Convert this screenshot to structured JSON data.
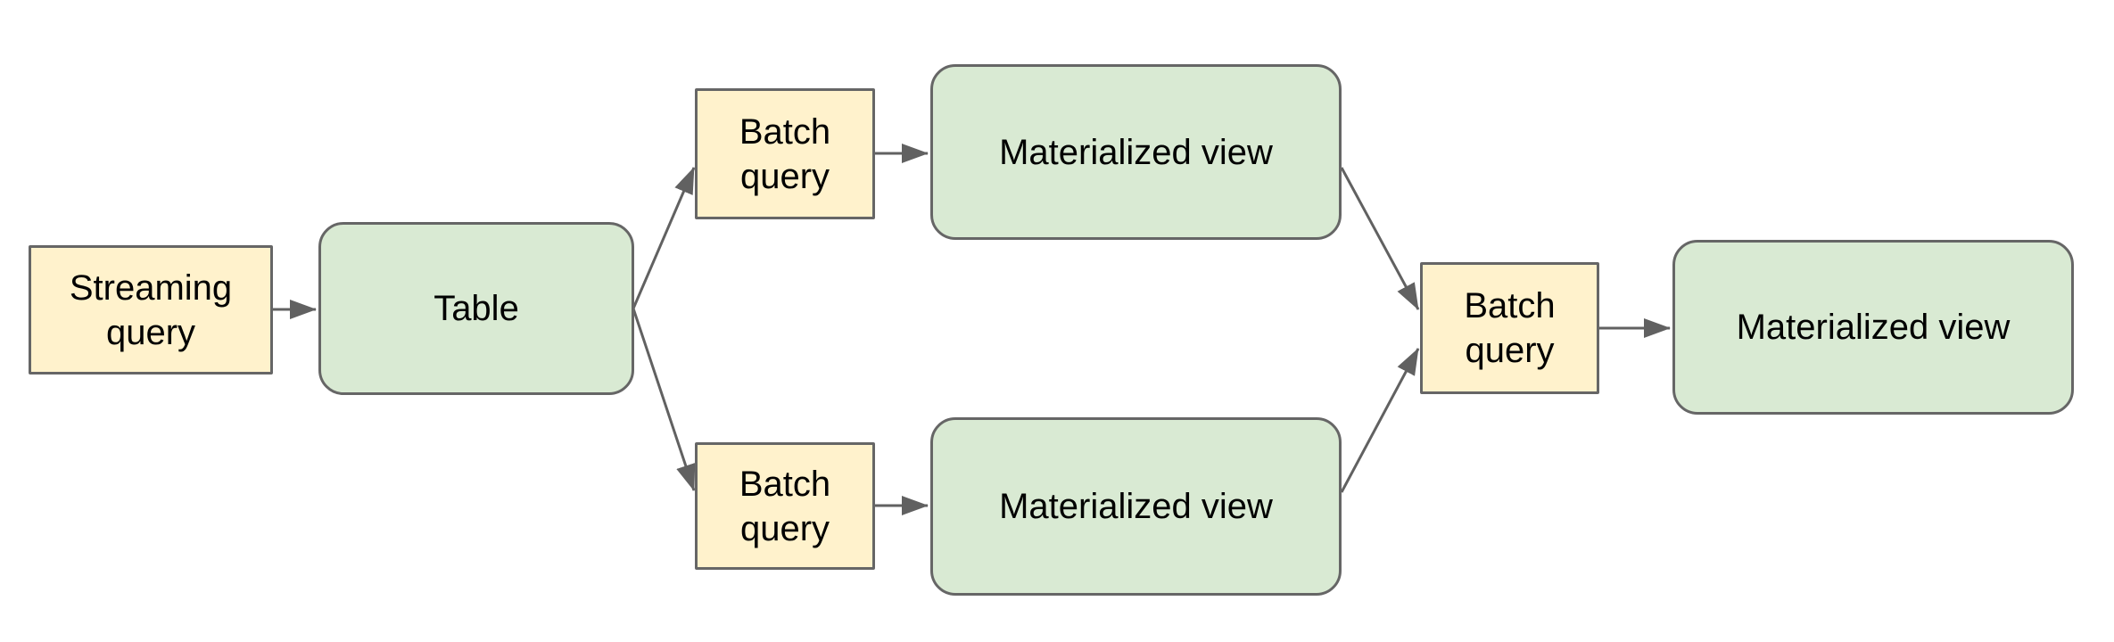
{
  "diagram": {
    "nodes": {
      "streaming_query": {
        "label": "Streaming query",
        "kind": "query"
      },
      "table": {
        "label": "Table",
        "kind": "store"
      },
      "batch_query_top": {
        "label": "Batch query",
        "kind": "query"
      },
      "materialized_view_top": {
        "label": "Materialized view",
        "kind": "store"
      },
      "batch_query_bottom": {
        "label": "Batch query",
        "kind": "query"
      },
      "materialized_view_bottom": {
        "label": "Materialized view",
        "kind": "store"
      },
      "batch_query_right": {
        "label": "Batch query",
        "kind": "query"
      },
      "materialized_view_right": {
        "label": "Materialized view",
        "kind": "store"
      }
    },
    "edges": [
      {
        "from": "streaming_query",
        "to": "table"
      },
      {
        "from": "table",
        "to": "batch_query_top"
      },
      {
        "from": "table",
        "to": "batch_query_bottom"
      },
      {
        "from": "batch_query_top",
        "to": "materialized_view_top"
      },
      {
        "from": "batch_query_bottom",
        "to": "materialized_view_bottom"
      },
      {
        "from": "materialized_view_top",
        "to": "batch_query_right"
      },
      {
        "from": "materialized_view_bottom",
        "to": "batch_query_right"
      },
      {
        "from": "batch_query_right",
        "to": "materialized_view_right"
      }
    ],
    "colors": {
      "query_fill": "#FFF2CC",
      "store_fill": "#D9EAD3",
      "node_border": "#666666",
      "arrow": "#616161",
      "text": "#000000",
      "background": "#FFFFFF"
    }
  }
}
